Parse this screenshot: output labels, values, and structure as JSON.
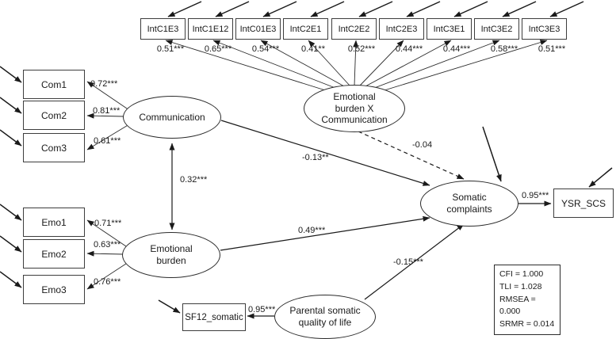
{
  "model": {
    "top_indicators": [
      {
        "label": "IntC1E3",
        "loading": "0.51***"
      },
      {
        "label": "IntC1E12",
        "loading": "0.65***"
      },
      {
        "label": "IntC01E3",
        "loading": "0.54***"
      },
      {
        "label": "IntC2E1",
        "loading": "0.41**"
      },
      {
        "label": "IntC2E2",
        "loading": "0.52***"
      },
      {
        "label": "IntC2E3",
        "loading": "0.44***"
      },
      {
        "label": "IntC3E1",
        "loading": "0.44***"
      },
      {
        "label": "IntC3E2",
        "loading": "0.58***"
      },
      {
        "label": "IntC3E3",
        "loading": "0.51***"
      }
    ],
    "com_indicators": [
      {
        "label": "Com1",
        "loading": "0.72***"
      },
      {
        "label": "Com2",
        "loading": "0.81***"
      },
      {
        "label": "Com3",
        "loading": "0.61***"
      }
    ],
    "emo_indicators": [
      {
        "label": "Emo1",
        "loading": "0.71***"
      },
      {
        "label": "Emo2",
        "loading": "0.63***"
      },
      {
        "label": "Emo3",
        "loading": "0.76***"
      }
    ],
    "latents": {
      "communication": "Communication",
      "interaction": "Emotional burden X Communication",
      "emotional_burden": "Emotional burden",
      "somatic_complaints": "Somatic complaints",
      "parental_qol": "Parental somatic quality of life"
    },
    "observed": {
      "ysr": "YSR_SCS",
      "sf12": "SF12_somatic"
    },
    "paths": {
      "com_to_somatic": "-0.13**",
      "interaction_to_somatic": "-0.04",
      "emo_to_somatic": "0.49***",
      "parental_to_somatic": "-0.15***",
      "covariance_com_emo": "0.32***",
      "somatic_to_ysr": "0.95***",
      "parental_to_sf12": "0.95***"
    },
    "fit": {
      "cfi": "CFI = 1.000",
      "tli": "TLI = 1.028",
      "rmsea": "RMSEA = 0.000",
      "srmr": "SRMR = 0.014"
    }
  }
}
